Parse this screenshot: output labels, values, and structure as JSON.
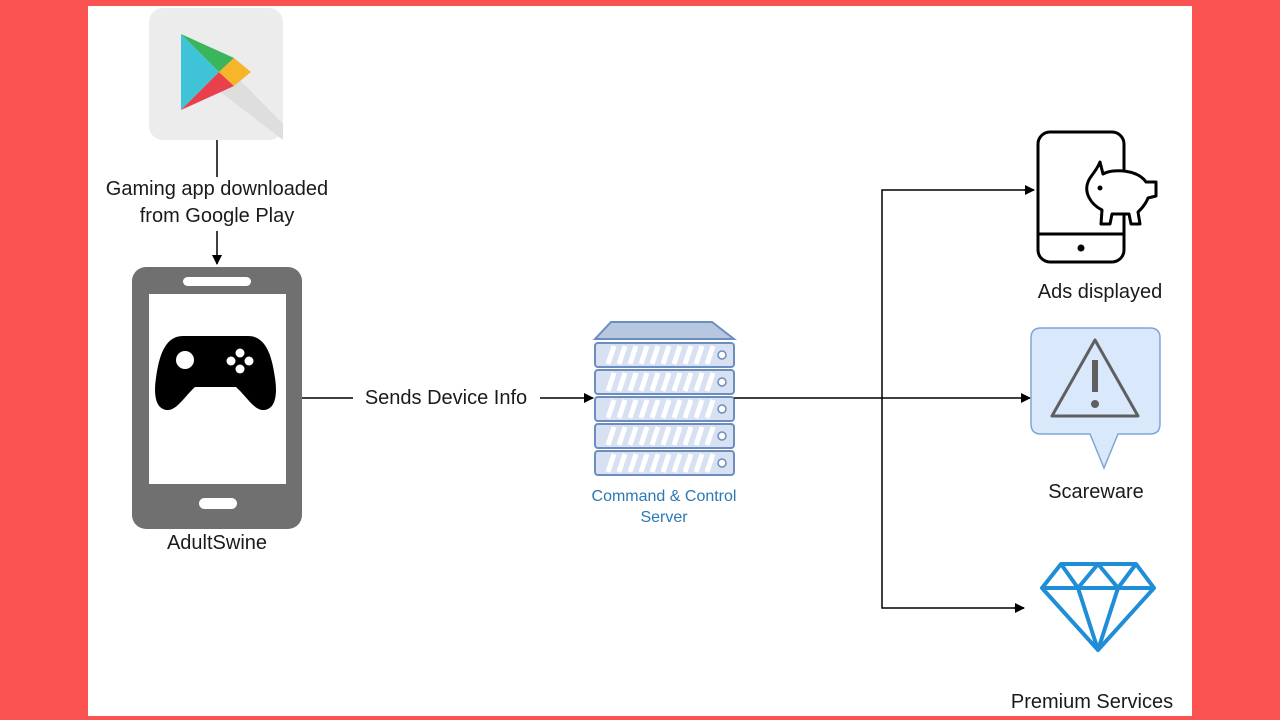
{
  "colors": {
    "border": "#fb5252",
    "background": "#ffffff",
    "phone_body": "#707070",
    "server_fill": "#d7e1f1",
    "server_stroke": "#6c8ebf",
    "server_label": "#2a78b5",
    "warning_fill": "#dae8fc",
    "diamond": "#1f8ed6"
  },
  "nodes": {
    "play_store": {
      "icon": "google-play-icon"
    },
    "phone": {
      "label": "AdultSwine",
      "icon": "gamepad-icon"
    },
    "server": {
      "label_line1": "Command & Control",
      "label_line2": "Server",
      "icon": "server-rack-icon"
    },
    "ads": {
      "label": "Ads displayed",
      "icon": "phone-piggy-icon"
    },
    "scareware": {
      "label": "Scareware",
      "icon": "warning-icon"
    },
    "premium": {
      "label": "Premium Services",
      "icon": "diamond-icon"
    }
  },
  "edges": {
    "download": {
      "label_line1": "Gaming app downloaded",
      "label_line2": "from Google Play"
    },
    "device_info": {
      "label": "Sends Device Info"
    }
  }
}
